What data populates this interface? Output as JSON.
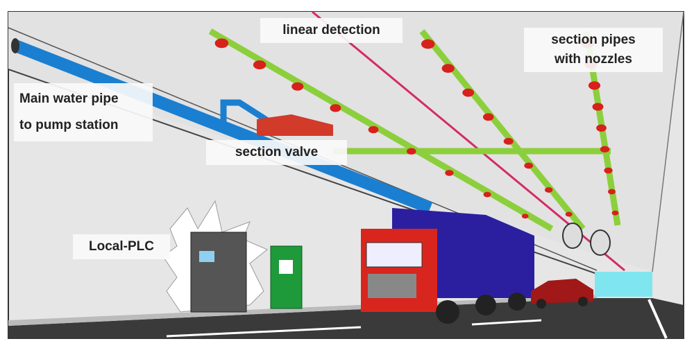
{
  "labels": {
    "linear_detection": "linear detection",
    "section_pipes_line1": "section pipes",
    "section_pipes_line2": "with nozzles",
    "main_pipe_line1": "Main water pipe",
    "main_pipe_line2": "to pump station",
    "section_valve": "section valve",
    "local_plc": "Local-PLC"
  },
  "colors": {
    "main_pipe": "#1a7fd0",
    "section_pipe": "#8ccf3c",
    "nozzle": "#d8201c",
    "detection_line": "#d42a66",
    "truck_cab": "#d8261e",
    "truck_trailer": "#2b1fa0",
    "exit_sign": "#1e9a3a",
    "tunnel_wall": "#e6e6e6",
    "road": "#3a3a3a"
  }
}
